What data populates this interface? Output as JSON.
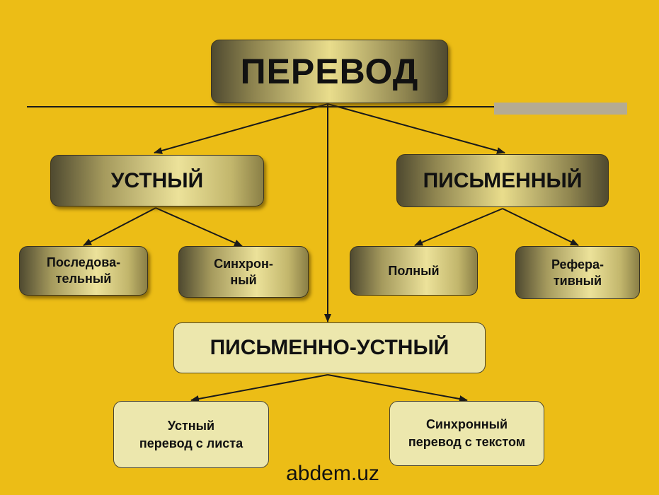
{
  "diagram": {
    "root": "ПЕРЕВОД",
    "oral": "УСТНЫЙ",
    "written": "ПИСЬМЕННЫЙ",
    "consecutive": "Последова-\nтельный",
    "simultaneous": "Синхрон-\nный",
    "full": "Полный",
    "abstract": "Рефера-\nтивный",
    "written_oral": "ПИСЬМЕННО-УСТНЫЙ",
    "sight_translation": "Устный\nперевод с листа",
    "simultaneous_with_text": "Синхронный\nперевод с текстом"
  },
  "footer": {
    "site": "abdem.uz"
  },
  "colors": {
    "background": "#ecbd16",
    "line": "#1a1a1a",
    "accent_bar": "#b5ab92",
    "pale_box": "#ece7ad"
  }
}
